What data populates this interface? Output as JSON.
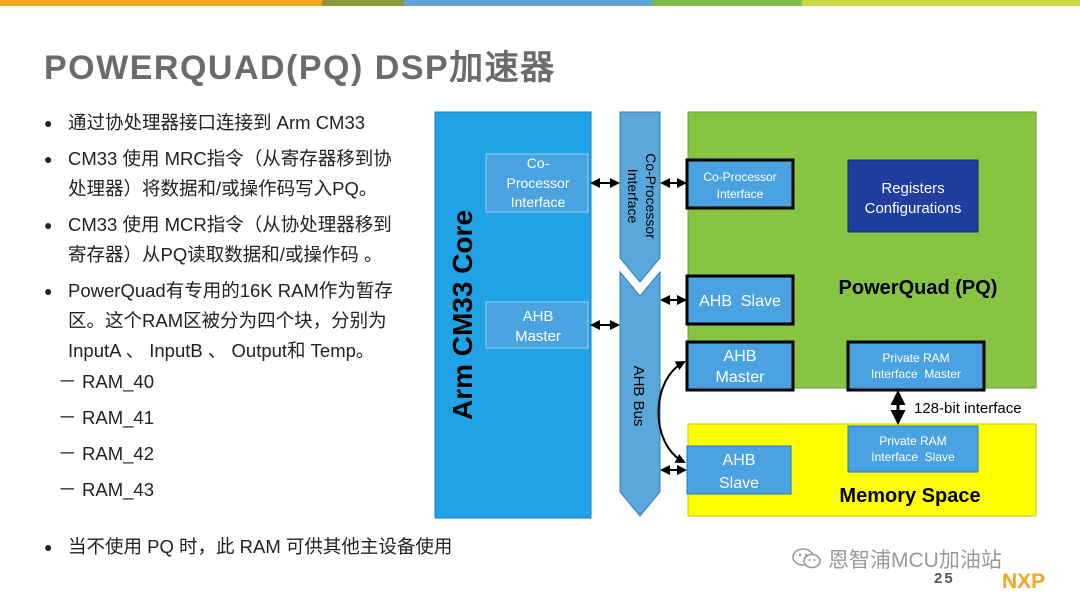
{
  "colors": {
    "topbar": [
      "#f5a623",
      "#8a9a3a",
      "#5fa4d6",
      "#7db848",
      "#c5d944"
    ],
    "core_blue": "#1fa3e6",
    "bus_blue": "#5aa7db",
    "pq_green": "#86c441",
    "mem_yellow": "#ffff00",
    "reg_navy": "#1f3e9e",
    "box_blue": "#4aa3e0"
  },
  "title": "POWERQUAD(PQ) DSP加速器",
  "bullets": [
    {
      "lines": [
        "通过协处理器接口连接到 Arm CM33"
      ]
    },
    {
      "lines": [
        "CM33 使用 MRC指令（从寄存器移到协",
        "处理器）将数据和/或操作码写入PQ。"
      ]
    },
    {
      "lines": [
        "CM33 使用 MCR指令（从协处理器移到",
        "寄存器）从PQ读取数据和/或操作码 。"
      ]
    },
    {
      "lines": [
        "PowerQuad有专用的16K RAM作为暂存",
        "区。这个RAM区被分为四个块，分别为",
        "InputA 、 InputB 、 Output和 Temp。"
      ]
    }
  ],
  "sub_items": [
    {
      "dash": "－",
      "label": "RAM_40"
    },
    {
      "dash": "－",
      "label": "RAM_41"
    },
    {
      "dash": "－",
      "label": "RAM_42"
    },
    {
      "dash": "－",
      "label": "RAM_43"
    }
  ],
  "last_bullet": "当不使用 PQ 时，此 RAM 可供其他主设备使用",
  "diagram": {
    "core_label": "Arm CM33 Core",
    "core_coproc": [
      "Co-",
      "Processor",
      "Interface"
    ],
    "core_ahb_master": [
      "AHB",
      "Master"
    ],
    "coproc_bus_label": [
      "Co-Processor",
      "Interface"
    ],
    "ahb_bus_label": "AHB Bus",
    "pq_coproc": [
      "Co-Processor",
      "Interface"
    ],
    "registers": [
      "Registers",
      "Configurations"
    ],
    "pq_label": "PowerQuad (PQ)",
    "pq_ahb_slave": "AHB  Slave",
    "pq_ahb_master": [
      "AHB",
      "Master"
    ],
    "pq_private_master": [
      "Private RAM",
      "Interface  Master"
    ],
    "link_label": "128-bit interface",
    "mem_ahb_slave": [
      "AHB",
      "Slave"
    ],
    "mem_private_slave": [
      "Private RAM",
      "Interface  Slave"
    ],
    "mem_label": "Memory Space"
  },
  "watermark": "恩智浦MCU加油站",
  "page_number": "25",
  "logo_text": "NXP"
}
